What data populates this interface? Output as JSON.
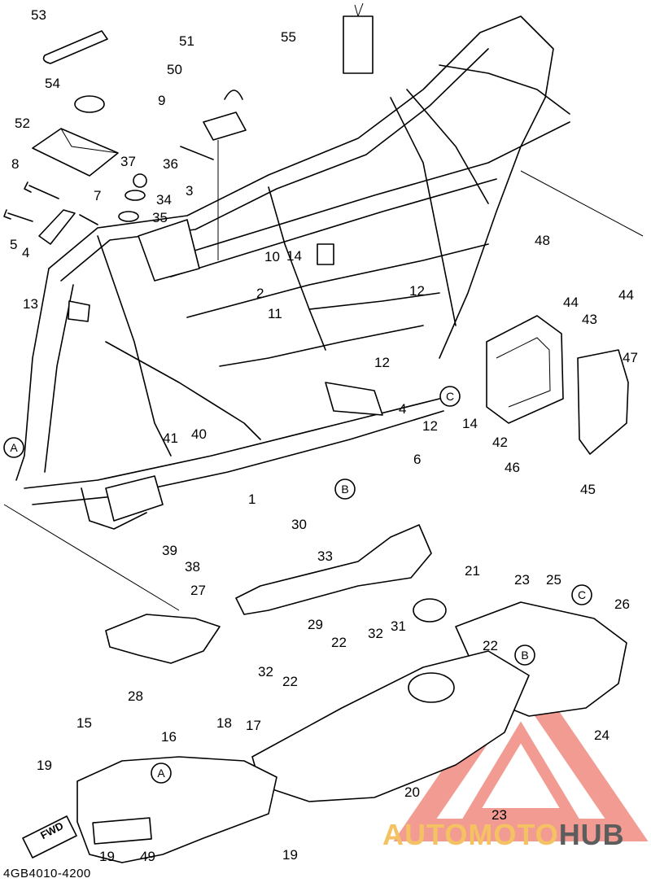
{
  "drawing_code": "4GB4010-4200",
  "fwd_label": "FWD",
  "watermark": {
    "part1": "AUTO",
    "part2": "MOTO",
    "part3": "HUB",
    "color_auto": "#f4c262",
    "color_hub": "#5d5d5d",
    "triangle_color": "#e84b3c"
  },
  "ref_markers": [
    "A",
    "B",
    "C"
  ],
  "callouts": [
    "53",
    "54",
    "52",
    "51",
    "50",
    "55",
    "9",
    "37",
    "36",
    "8",
    "34",
    "35",
    "3",
    "7",
    "5",
    "4",
    "48",
    "14",
    "10",
    "2",
    "13",
    "11",
    "12",
    "44",
    "43",
    "47",
    "42",
    "40",
    "41",
    "6",
    "46",
    "45",
    "1",
    "30",
    "33",
    "39",
    "38",
    "21",
    "27",
    "23",
    "25",
    "26",
    "29",
    "32",
    "31",
    "22",
    "28",
    "18",
    "17",
    "15",
    "16",
    "19",
    "20",
    "24",
    "49"
  ]
}
